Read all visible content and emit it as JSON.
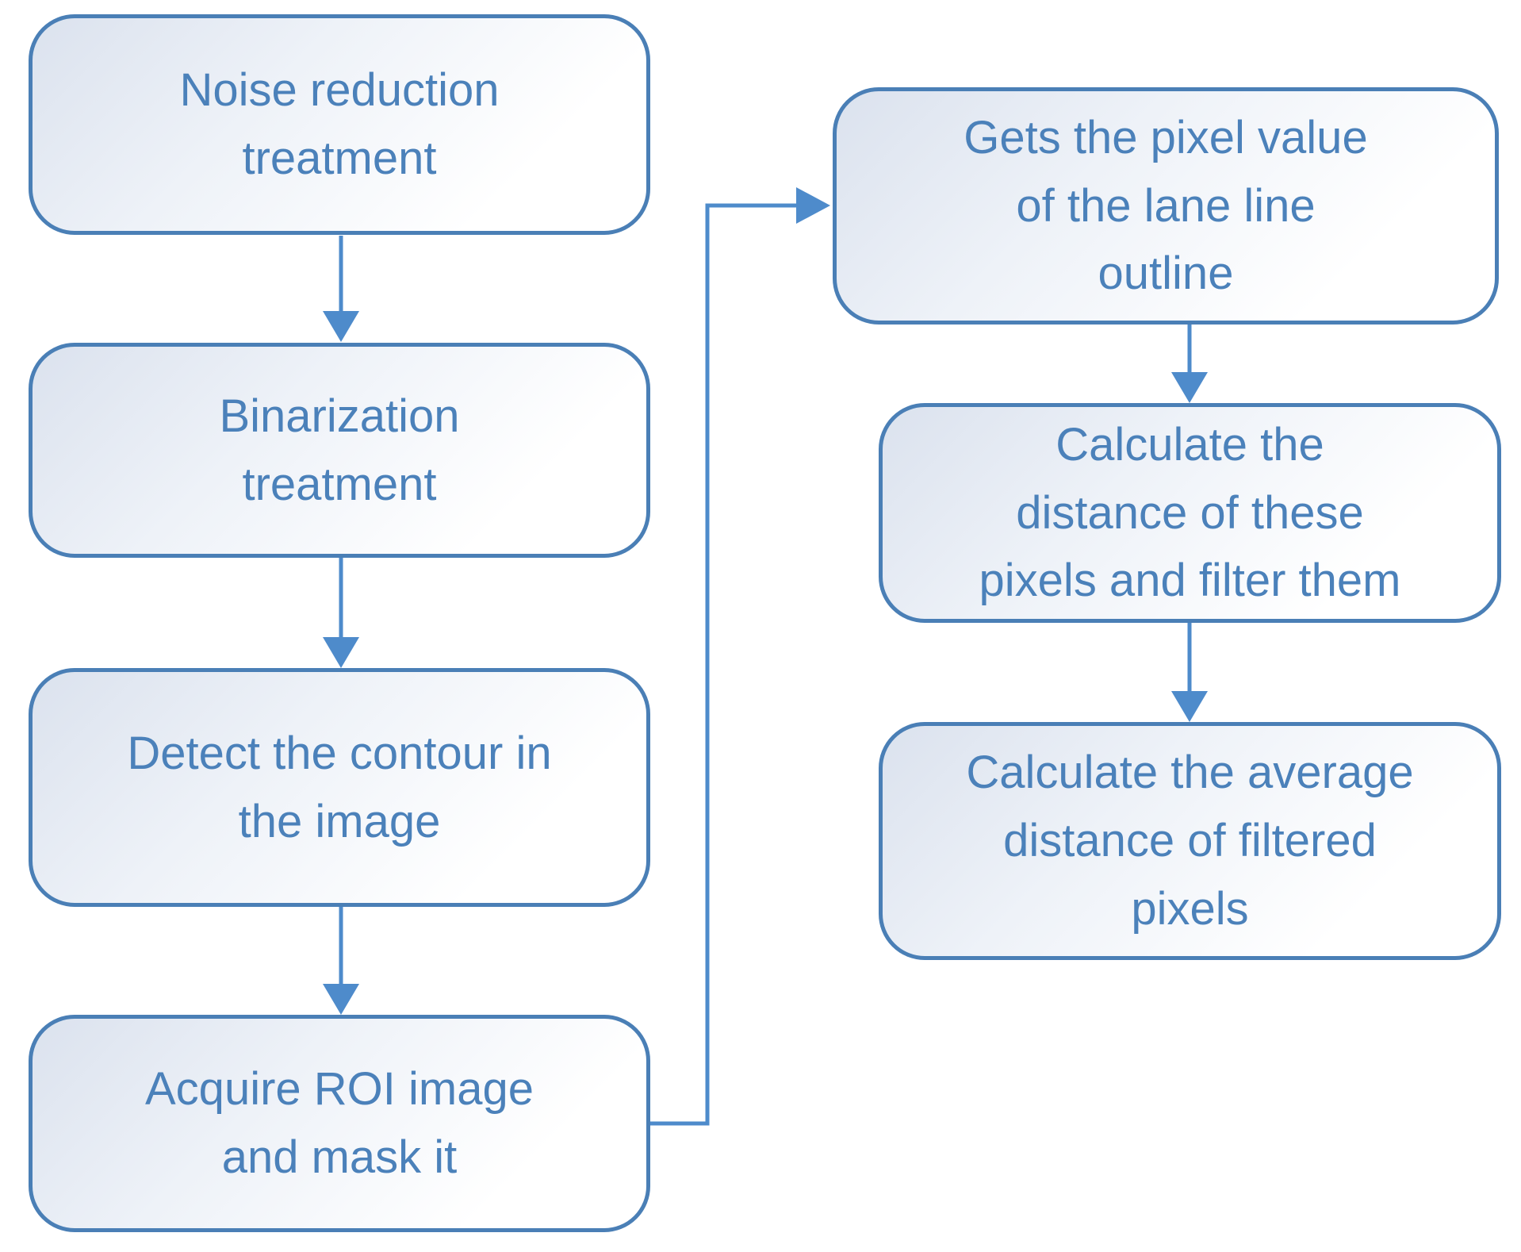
{
  "diagram": {
    "type": "flowchart",
    "colors": {
      "node_border": "#4a7fb6",
      "node_text": "#4b81ba",
      "node_fill_gradient_start": "#dbe2ee",
      "node_fill_gradient_end": "#ffffff",
      "arrow": "#4e8bcb"
    },
    "nodes": [
      {
        "id": "noise-reduction",
        "label": "Noise reduction treatment",
        "lines": [
          "Noise reduction",
          "treatment"
        ]
      },
      {
        "id": "binarization",
        "label": "Binarization treatment",
        "lines": [
          "Binarization",
          "treatment"
        ]
      },
      {
        "id": "detect-contour",
        "label": "Detect the contour in the image",
        "lines": [
          "Detect the contour in",
          "the image"
        ]
      },
      {
        "id": "acquire-roi",
        "label": "Acquire ROI image and mask it",
        "lines": [
          "Acquire ROI image",
          "and mask it"
        ]
      },
      {
        "id": "get-pixel-value",
        "label": "Gets the pixel value of the lane line outline",
        "lines": [
          "Gets the pixel value",
          "of the lane line",
          "outline"
        ]
      },
      {
        "id": "calc-distance",
        "label": "Calculate the distance of these pixels and filter them",
        "lines": [
          "Calculate the",
          "distance of these",
          "pixels and filter them"
        ]
      },
      {
        "id": "calc-average",
        "label": "Calculate the average distance of filtered pixels",
        "lines": [
          "Calculate the average",
          "distance of filtered",
          "pixels"
        ]
      }
    ],
    "edges": [
      {
        "from": "noise-reduction",
        "to": "binarization"
      },
      {
        "from": "binarization",
        "to": "detect-contour"
      },
      {
        "from": "detect-contour",
        "to": "acquire-roi"
      },
      {
        "from": "acquire-roi",
        "to": "get-pixel-value"
      },
      {
        "from": "get-pixel-value",
        "to": "calc-distance"
      },
      {
        "from": "calc-distance",
        "to": "calc-average"
      }
    ]
  }
}
